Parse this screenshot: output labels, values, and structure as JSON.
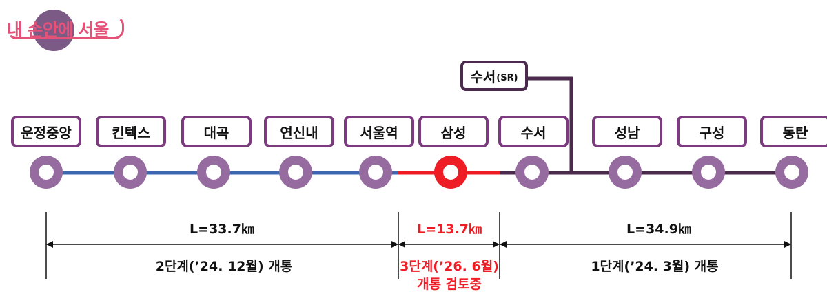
{
  "logo": {
    "text": "내 손안에 서울"
  },
  "branch_station": {
    "name": "수서",
    "suffix": "(SR)"
  },
  "stations": [
    {
      "name": "운정중앙"
    },
    {
      "name": "킨텍스"
    },
    {
      "name": "대곡"
    },
    {
      "name": "연신내"
    },
    {
      "name": "서울역"
    },
    {
      "name": "삼성",
      "highlight": true
    },
    {
      "name": "수서"
    },
    {
      "name": "성남"
    },
    {
      "name": "구성"
    },
    {
      "name": "동탄"
    }
  ],
  "sections": {
    "left": {
      "length": "L=33.7㎞",
      "status": "2단계(’24. 12월) 개통"
    },
    "middle": {
      "length": "L=13.7㎞",
      "status_line1": "3단계(’26. 6월)",
      "status_line2": "개통 검토중"
    },
    "right": {
      "length": "L=34.9㎞",
      "status": "1단계(’24. 3월) 개통"
    }
  },
  "colors": {
    "phase2_line": "#3d67b1",
    "phase3_line": "#ee1c25",
    "phase1_line": "#4b2a4e",
    "station_border": "#7b3b7e",
    "node": "#966b9f",
    "logo": "#e4527a"
  }
}
